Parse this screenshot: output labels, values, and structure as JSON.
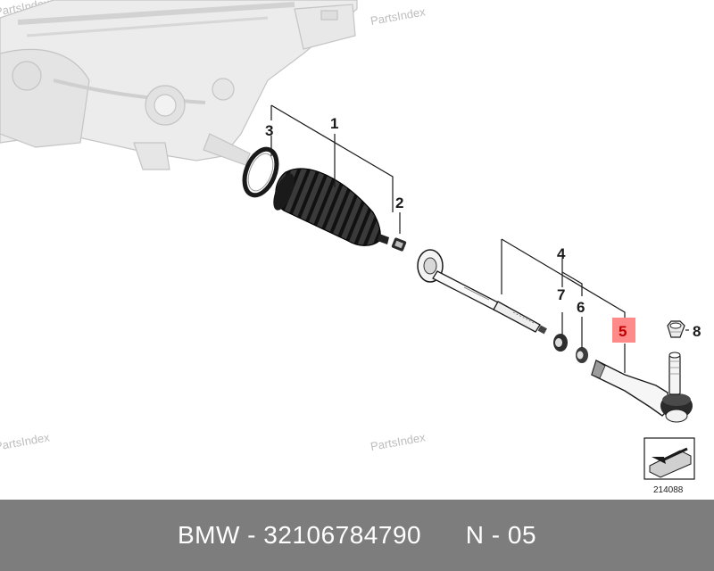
{
  "watermarks": [
    "PartsIndex",
    "PartsIndex",
    "PartsIndex",
    "PartsIndex"
  ],
  "callouts": [
    "1",
    "2",
    "3",
    "4",
    "5",
    "6",
    "7",
    "8"
  ],
  "highlight_color": "#ff8a8a",
  "reference_number": "214088",
  "footer": {
    "brand": "BMW",
    "separator": " - ",
    "part_number": "32106784790",
    "position_label": "N - 05"
  }
}
